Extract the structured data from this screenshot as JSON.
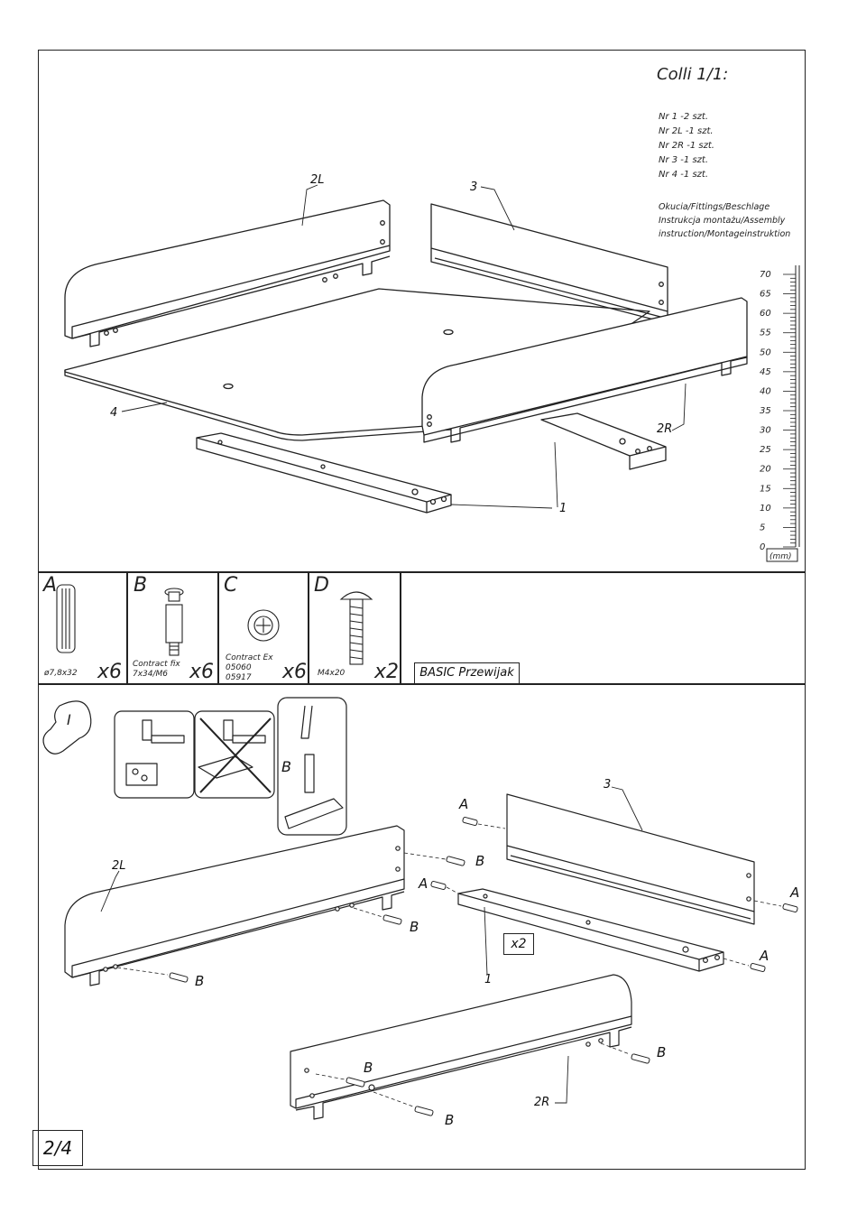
{
  "colli": {
    "title": "Colli 1/1:",
    "items": [
      "Nr 1 -2 szt.",
      "Nr 2L -1 szt.",
      "Nr 2R -1 szt.",
      "Nr 3 -1 szt.",
      "Nr 4 -1 szt."
    ]
  },
  "fittings": {
    "lines": [
      "Okucia/Fittings/Beschlage",
      "Instrukcja montażu/Assembly",
      "instruction/Montageinstruktion"
    ]
  },
  "ruler": {
    "labels": [
      "70",
      "65",
      "60",
      "55",
      "50",
      "45",
      "40",
      "35",
      "30",
      "25",
      "20",
      "15",
      "10",
      "5",
      "0"
    ],
    "unit": "(mm)"
  },
  "top_labels": {
    "p2l": "2L",
    "p3": "3",
    "p4": "4",
    "p2r": "2R",
    "p1": "1"
  },
  "parts": [
    {
      "letter": "A",
      "spec": "ø7,8x32",
      "qty": "x6"
    },
    {
      "letter": "B",
      "spec": "Contract fix\n7x34/M6",
      "qty": "x6"
    },
    {
      "letter": "C",
      "spec": "Contract Ex\n05060\n05917",
      "qty": "x6"
    },
    {
      "letter": "D",
      "spec": "M4x20",
      "qty": "x2"
    }
  ],
  "product_name": "BASIC Przewijak",
  "step_number": "I",
  "bottom_labels": {
    "b_detail": "B",
    "p2l": "2L",
    "p3": "3",
    "p1": "1",
    "p2r": "2R",
    "x2": "x2",
    "a1": "A",
    "a2": "A",
    "a3": "A",
    "a4": "A",
    "b1": "B",
    "b2": "B",
    "b3": "B",
    "b4": "B",
    "b5": "B",
    "b6": "B"
  },
  "page_number": "2/4"
}
